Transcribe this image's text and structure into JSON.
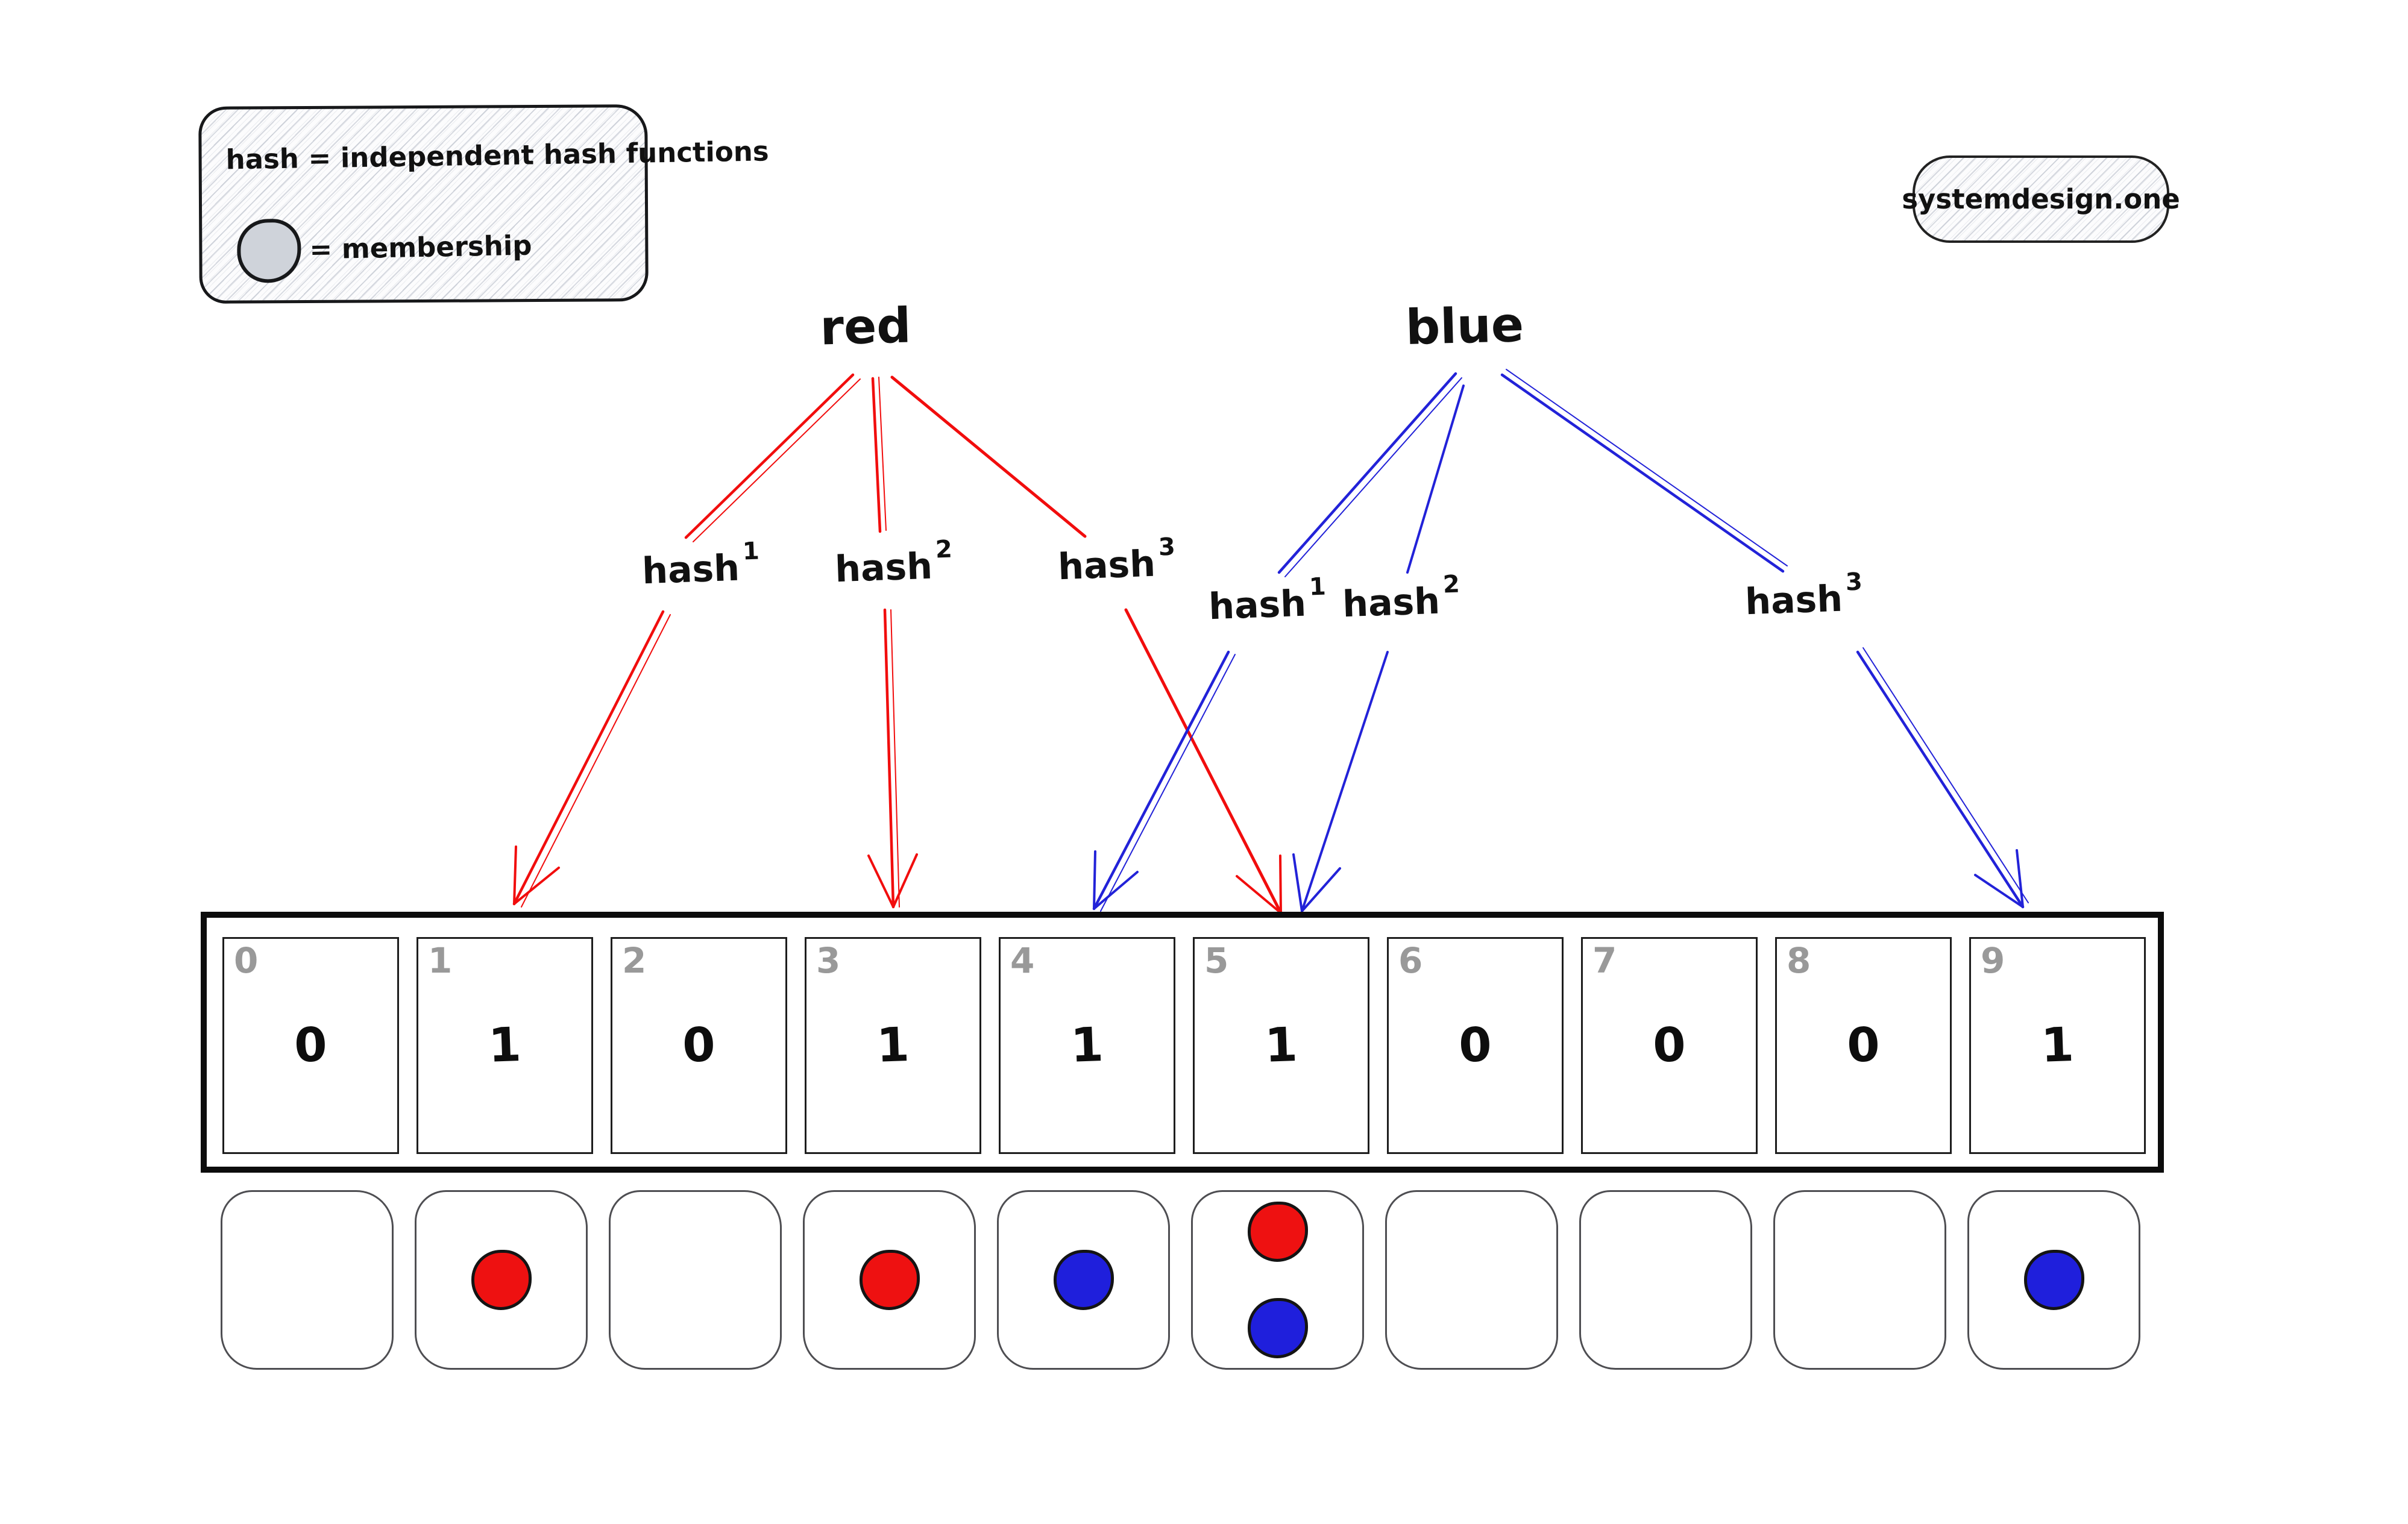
{
  "colors": {
    "red": "#ee1111",
    "blue": "#1f1fdc",
    "arrow_red": "#f10d0d",
    "arrow_blue": "#2222d8",
    "index_label": "#999999",
    "legend_circle": "#cfd3da"
  },
  "legend": {
    "hash_definition": "hash = independent hash functions",
    "membership_label": "= membership"
  },
  "badge": {
    "text": "systemdesign.one"
  },
  "keys": [
    {
      "id": "red",
      "label": "red"
    },
    {
      "id": "blue",
      "label": "blue"
    }
  ],
  "hash_labels": {
    "red": [
      {
        "base": "hash",
        "sup": "1"
      },
      {
        "base": "hash",
        "sup": "2"
      },
      {
        "base": "hash",
        "sup": "3"
      }
    ],
    "blue": [
      {
        "base": "hash",
        "sup": "1"
      },
      {
        "base": "hash",
        "sup": "2"
      },
      {
        "base": "hash",
        "sup": "3"
      }
    ]
  },
  "arrows": [
    {
      "key": "red",
      "hash": "hash1",
      "target_index": 1
    },
    {
      "key": "red",
      "hash": "hash2",
      "target_index": 3
    },
    {
      "key": "red",
      "hash": "hash3",
      "target_index": 5
    },
    {
      "key": "blue",
      "hash": "hash1",
      "target_index": 4
    },
    {
      "key": "blue",
      "hash": "hash2",
      "target_index": 5
    },
    {
      "key": "blue",
      "hash": "hash3",
      "target_index": 9
    }
  ],
  "bit_array": {
    "indices": [
      "0",
      "1",
      "2",
      "3",
      "4",
      "5",
      "6",
      "7",
      "8",
      "9"
    ],
    "values": [
      "0",
      "1",
      "0",
      "1",
      "1",
      "1",
      "0",
      "0",
      "0",
      "1"
    ]
  },
  "membership": {
    "cells": [
      {
        "index": 0,
        "dots": []
      },
      {
        "index": 1,
        "dots": [
          "red"
        ]
      },
      {
        "index": 2,
        "dots": []
      },
      {
        "index": 3,
        "dots": [
          "red"
        ]
      },
      {
        "index": 4,
        "dots": [
          "blue"
        ]
      },
      {
        "index": 5,
        "dots": [
          "red",
          "blue"
        ]
      },
      {
        "index": 6,
        "dots": []
      },
      {
        "index": 7,
        "dots": []
      },
      {
        "index": 8,
        "dots": []
      },
      {
        "index": 9,
        "dots": [
          "blue"
        ]
      }
    ]
  }
}
